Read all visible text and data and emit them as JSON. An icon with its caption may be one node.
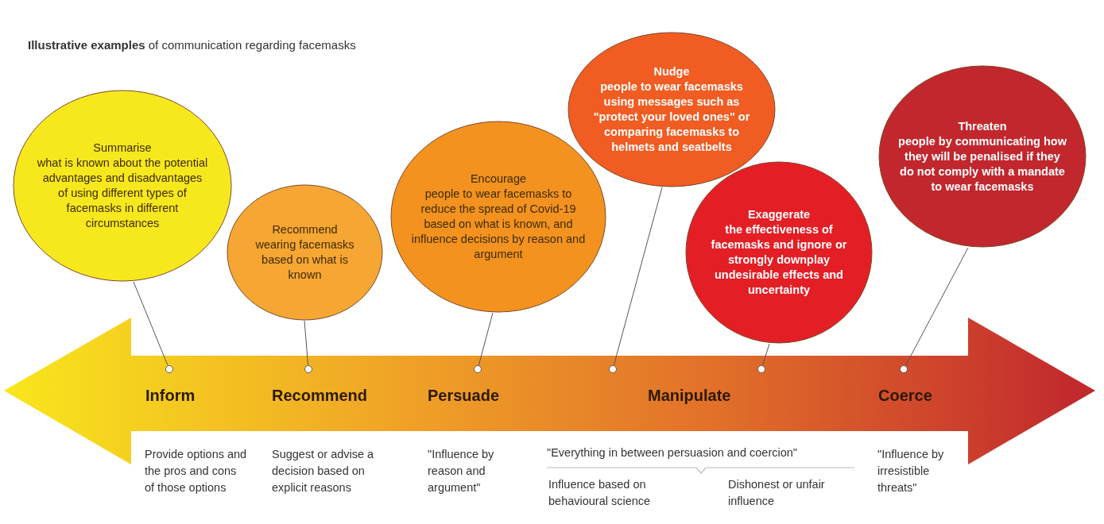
{
  "diagram": {
    "title": "**Illustrative examples** of communication regarding facemasks",
    "nodes": [
      {
        "text": [
          "Summarise",
          "what is known about the potential advantages and disadvantages of using different types of facemasks in different circumstances"
        ]
      },
      {
        "text": [
          "Recommend",
          "wearing facemasks based on what is known"
        ]
      },
      {
        "text": [
          "Encourage",
          "people to wear facemasks to reduce the spread of Covid-19 based on what is known, and influence decisions by reason and argument"
        ]
      },
      {
        "text": [
          "Nudge",
          "people to wear facemasks using messages such as \"protect your loved ones\" or comparing facemasks to helmets and seatbelts"
        ]
      },
      {
        "text": [
          "Exaggerate",
          "the effectiveness of facemasks and ignore or strongly downplay undesirable effects and uncertainty"
        ]
      },
      {
        "text": [
          "Threaten",
          "people by communicating how they will be penalised if they do not comply with a mandate to wear facemasks"
        ]
      },
      {
        "text": [],
        "shape": "circle"
      },
      {
        "text": [],
        "shape": "circle"
      },
      {
        "text": [],
        "shape": "circle"
      },
      {
        "text": [],
        "shape": "circle"
      },
      {
        "text": [],
        "shape": "circle"
      },
      {
        "text": [],
        "shape": "circle"
      }
    ],
    "edges": [
      {
        "from": 0,
        "to": 6,
        "arrow": "none"
      },
      {
        "from": 1,
        "to": 7,
        "arrow": "none"
      },
      {
        "from": 2,
        "to": 8,
        "arrow": "none"
      },
      {
        "from": 3,
        "to": 9,
        "arrow": "none"
      },
      {
        "from": 4,
        "to": 10,
        "arrow": "none"
      },
      {
        "from": 5,
        "to": 11,
        "arrow": "none"
      }
    ],
    "labels": [
      "Inform",
      "Recommend",
      "Persuade",
      "Manipulate",
      "Coerce",
      "Provide options and the pros and cons of those options",
      "Suggest or advise a decision based on explicit reasons",
      "\"Influence by reason and argument\"",
      "\"Everything in between persuasion and coercion\"",
      "\"Influence by irresistible threats\"",
      "Influence based on behavioural science",
      "Dishonest or unfair influence"
    ]
  }
}
